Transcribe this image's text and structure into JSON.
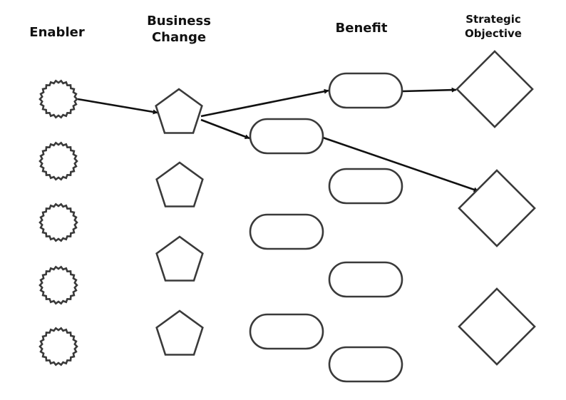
{
  "headers": {
    "enabler": "Enabler",
    "business_change": [
      "Business",
      "Change"
    ],
    "benefit": "Benefit",
    "strategic_objective": [
      "Strategic",
      "Objective"
    ]
  },
  "colors": {
    "outline": "#3a3a3a",
    "arrow": "#111111",
    "background": "#ffffff"
  },
  "columns": {
    "enablers": {
      "shape": "starburst-circle",
      "count": 5
    },
    "business_changes": {
      "shape": "pentagon",
      "count": 4
    },
    "benefits": {
      "shape": "rounded-rectangle",
      "count": 7
    },
    "strategic_objectives": {
      "shape": "diamond",
      "count": 3
    }
  },
  "links": [
    {
      "from": "enabler-1",
      "to": "business-change-1"
    },
    {
      "from": "business-change-1",
      "to": "benefit-1"
    },
    {
      "from": "business-change-1",
      "to": "benefit-2"
    },
    {
      "from": "benefit-1",
      "to": "strategic-objective-1"
    },
    {
      "from": "benefit-2",
      "to": "strategic-objective-2"
    }
  ]
}
